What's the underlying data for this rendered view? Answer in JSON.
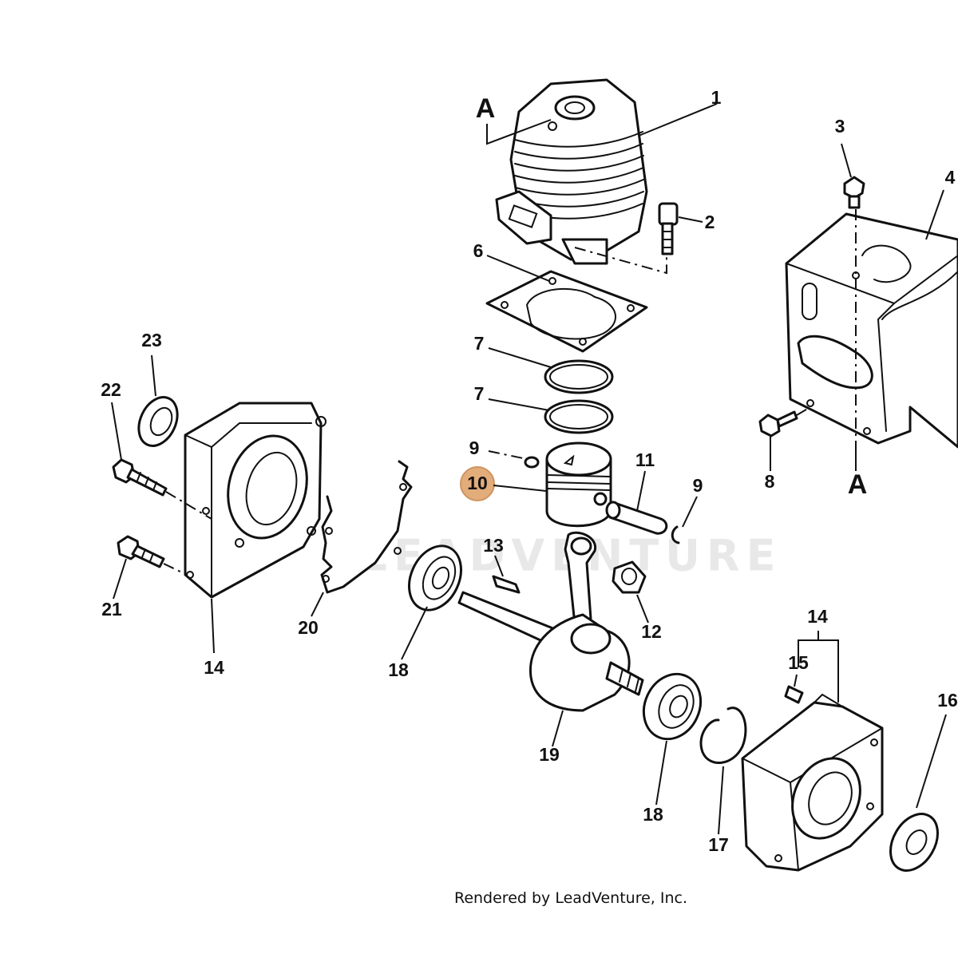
{
  "diagram": {
    "watermark": "LEADVENTURE",
    "credit": "Rendered by LeadVenture, Inc.",
    "highlighted_callout": "10",
    "highlight_color": "#d9924f",
    "callouts": {
      "c1": "1",
      "c2": "2",
      "c3": "3",
      "c4": "4",
      "c6": "6",
      "c7a": "7",
      "c7b": "7",
      "c8": "8",
      "c9a": "9",
      "c9b": "9",
      "c10": "10",
      "c11": "11",
      "c12": "12",
      "c13": "13",
      "c14a": "14",
      "c14b": "14",
      "c15": "15",
      "c16": "16",
      "c17": "17",
      "c18a": "18",
      "c18b": "18",
      "c19": "19",
      "c20": "20",
      "c21": "21",
      "c22": "22",
      "c23": "23",
      "refA1": "A",
      "refA2": "A"
    }
  }
}
